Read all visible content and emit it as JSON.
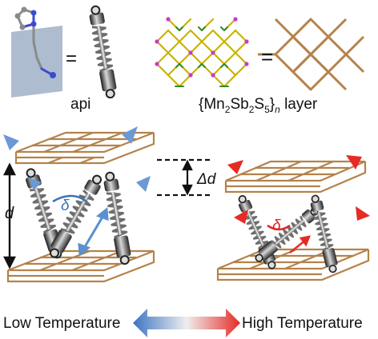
{
  "labels": {
    "api": "api",
    "layer_prefix": "{Mn",
    "layer_sub1": "2",
    "layer_mid1": "Sb",
    "layer_sub2": "2",
    "layer_mid2": "S",
    "layer_sub3": "5",
    "layer_close": "}",
    "layer_sub_n": "n",
    "layer_suffix": " layer",
    "equals_1": "=",
    "equals_2": "=",
    "d": "d",
    "delta_d": "Δd",
    "delta_low": "δ",
    "delta_high": "δ",
    "low_temperature": "Low Temperature",
    "high_temperature": "High Temperature"
  },
  "colors": {
    "grid": "#b5824a",
    "grid_dark": "#8a5a2b",
    "plane": "#aebcd0",
    "spring": "#777777",
    "cold_arrow": "#5b8fd0",
    "hot_arrow": "#e62b25",
    "delta_blue": "#3b73b9",
    "delta_red": "#e0211f",
    "mol_N": "#3b4bd0",
    "mol_C": "#8a8a8a"
  },
  "icons": [
    "molecule-icon",
    "spring-icon",
    "framework-icon",
    "net-icon",
    "arrow-icon"
  ]
}
